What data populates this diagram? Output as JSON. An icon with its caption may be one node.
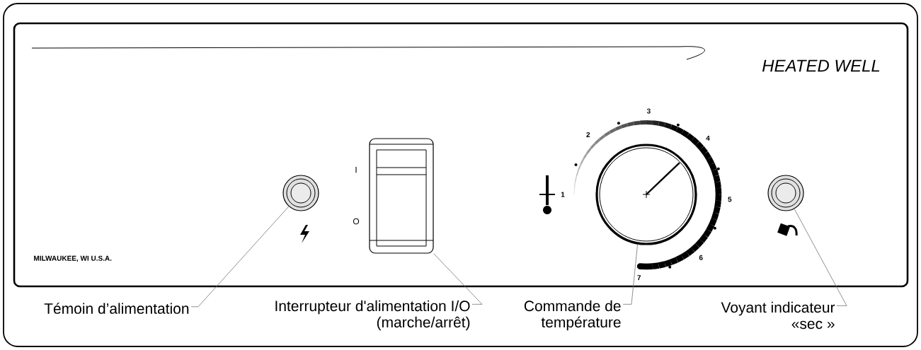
{
  "diagram": {
    "nodes": [
      {
        "text": [
          "Témoin d’alimentation"
        ]
      },
      {
        "text": [
          "Interrupteur d'alimentation I/O (marche/arrêt)"
        ]
      },
      {
        "text": [
          "Commande de température"
        ]
      },
      {
        "text": [
          "Voyant indicateur «sec »"
        ]
      },
      {
        "text": [],
        "shape": "circle"
      },
      {
        "text": [],
        "shape": "box"
      },
      {
        "text": [],
        "shape": "circle"
      },
      {
        "text": [],
        "shape": "circle"
      }
    ],
    "edges": [
      {
        "from": 0,
        "to": 4,
        "arrow": "none"
      },
      {
        "from": 1,
        "to": 5,
        "arrow": "none"
      },
      {
        "from": 2,
        "to": 6,
        "arrow": "none"
      },
      {
        "from": 3,
        "to": 7,
        "arrow": "none"
      }
    ],
    "labels": [
      "HEATED WELL",
      "MILWAUKEE, WI U.S.A.",
      "I",
      "O",
      "1",
      "2",
      "3",
      "4",
      "5",
      "6",
      "7"
    ]
  }
}
